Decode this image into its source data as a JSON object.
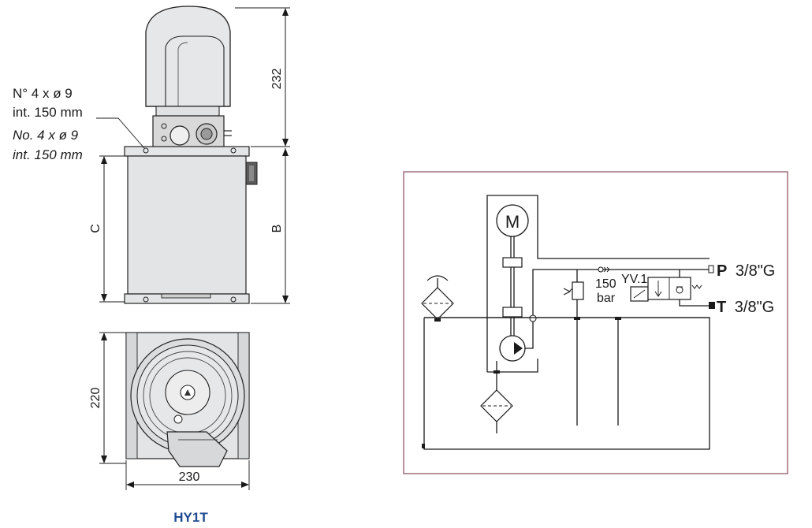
{
  "drawing": {
    "mount_note": {
      "line1": "N° 4 x ø 9",
      "line2": "int. 150 mm",
      "line3": "No. 4 x ø 9",
      "line4": "int. 150 mm"
    },
    "dimensions": {
      "motor_height": "232",
      "tank_height": "B",
      "body_height": "C",
      "depth": "220",
      "width": "230"
    },
    "model": "HY1T",
    "model_color": "#1f4a92"
  },
  "schematic": {
    "motor_label": "M",
    "relief_valve": {
      "value": "150",
      "unit": "bar"
    },
    "valve_label": "YV.1",
    "ports": [
      {
        "letter": "P",
        "spec": "3/8\"G"
      },
      {
        "letter": "T",
        "spec": "3/8\"G"
      }
    ],
    "frame_color": "#8a4a5a"
  }
}
